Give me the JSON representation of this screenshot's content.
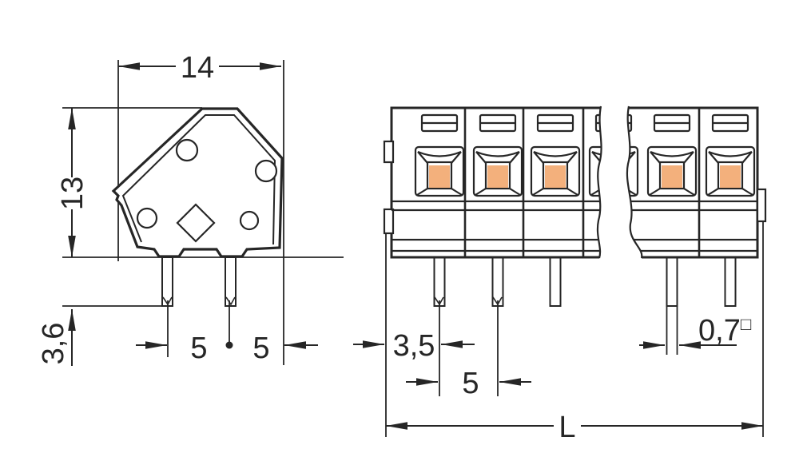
{
  "drawing_title": "terminal-block-dimensional-drawing",
  "colors": {
    "line": "#262626",
    "copper_pin": "#EFAC79",
    "clamp_opening": "#F3B07C",
    "background": "#FFFFFF"
  },
  "side_view": {
    "width": "14",
    "height": "13",
    "pin_length": "3,6",
    "pin_spacing_a": "5",
    "pin_spacing_b": "5"
  },
  "front_view": {
    "edge_to_first_pin": "3,5",
    "pin_pitch": "5",
    "pin_width": "0,7",
    "pin_width_symbol": "□",
    "overall_length": "L"
  }
}
